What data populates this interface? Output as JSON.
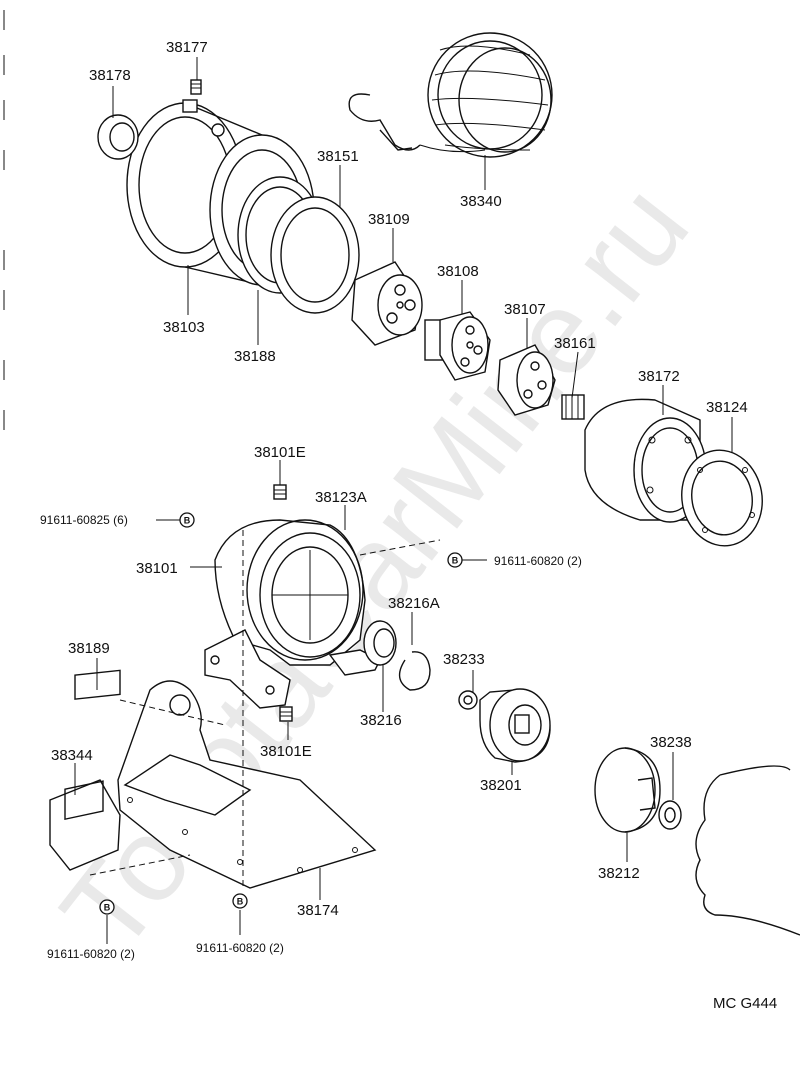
{
  "diagram": {
    "code": "MC G444",
    "watermark": "ToyotaCarMine.ru",
    "bolt_symbol": "B",
    "parts": {
      "p38177": "38177",
      "p38178": "38178",
      "p38151": "38151",
      "p38340": "38340",
      "p38109": "38109",
      "p38108": "38108",
      "p38107": "38107",
      "p38161": "38161",
      "p38103": "38103",
      "p38188": "38188",
      "p38172": "38172",
      "p38124": "38124",
      "p38101E_top": "38101E",
      "p38123A": "38123A",
      "p91611_60825": "91611-60825 (6)",
      "p91611_60820_right": "91611-60820 (2)",
      "p38101": "38101",
      "p38216A": "38216A",
      "p38189": "38189",
      "p38233": "38233",
      "p38216": "38216",
      "p38101E_bottom": "38101E",
      "p38344": "38344",
      "p38201": "38201",
      "p38238": "38238",
      "p38212": "38212",
      "p38174": "38174",
      "p91611_60820_left": "91611-60820 (2)",
      "p91611_60820_mid": "91611-60820 (2)"
    }
  }
}
